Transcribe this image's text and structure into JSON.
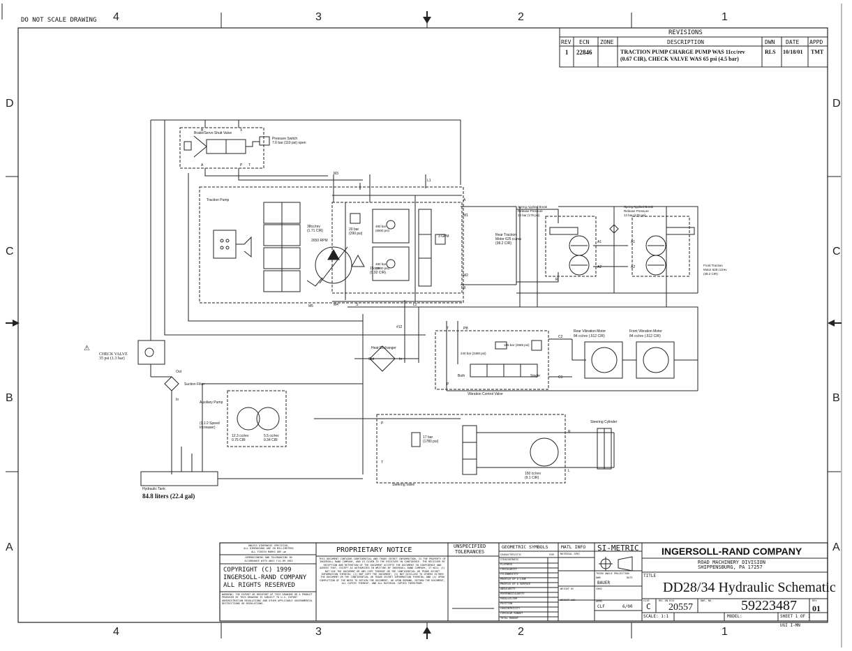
{
  "header": {
    "note": "DO NOT SCALE DRAWING"
  },
  "zones": {
    "top": [
      "4",
      "3",
      "2",
      "1"
    ],
    "bottom": [
      "4",
      "3",
      "2",
      "1"
    ],
    "left": [
      "D",
      "C",
      "B",
      "A"
    ],
    "right": [
      "D",
      "C",
      "B",
      "A"
    ]
  },
  "revisions": {
    "title": "REVISIONS",
    "headers": [
      "REV",
      "ECN",
      "ZONE",
      "DESCRIPTION",
      "DWN",
      "DATE",
      "APPD"
    ],
    "row": {
      "rev": "1",
      "ecn": "22846",
      "zone": "",
      "desc1": "TRACTION PUMP CHARGE PUMP WAS 11cc/rev",
      "desc2": "(0.67 CIR), CHECK VALVE WAS 65 psi (4.5 bar)",
      "dwn": "RLS",
      "date": "10/18/01",
      "appd": "TMT"
    }
  },
  "schematic": {
    "valve_name": "Brake/Servo Shutt Valve",
    "pressure_switch1": "Pressure Switch",
    "pressure_switch2": "7.6 bar (110 psi) open",
    "traction_pump": "Traction Pump",
    "disp1": "38cc/rev",
    "disp2": "(1.71 CIR)",
    "rpm": "2650 RPM",
    "relief1": "20 bar",
    "relief2": "(290 psi)",
    "relief_hi1": "480 bar",
    "relief_hi2": "(6900 psi)",
    "relief_hi3": "480 bar",
    "relief_hi4": "(6900 psi)",
    "gpm": "3 GPM",
    "charge1": "15ccm",
    "charge2": "(0.92 CIR)",
    "rear_motor1": "Rear Traction",
    "rear_motor2": "Motor 625 cc/rev",
    "rear_motor3": "(38.2 CIR)",
    "brake_rear1": "Spring Applied Break",
    "brake_rear2": "Release Pressure",
    "brake_rear3": "12 bar (175 psi)",
    "brake_front1": "Spring Applied Break",
    "brake_front2": "Release Pressure",
    "brake_front3": "12 bar (175 psi)",
    "front_motor1": "Front Traction",
    "front_motor2": "Motor 625 cc/rev",
    "front_motor3": "(38.2 CIR)",
    "rear_vib1": "Rear Vibration Motor",
    "rear_vib2": "84 cc/rev (.512 CIR)",
    "front_vib1": "Front Vibration Motor",
    "front_vib2": "84 cc/rev (.512 CIR)",
    "heat_exchanger": "Heat Exchanger",
    "hx_out": "Out",
    "hx_in": "In",
    "vib_relief1": "185 bar (2685 psi)",
    "vib_relief2": "240 bar (3480 psi)",
    "vib_both": "Both",
    "vib_single": "Single",
    "vib_valve": "Vibration Control Valve",
    "check_valve1": "CHECK VALVE",
    "check_valve2": "35 psi (1.3 bar)",
    "out": "Out",
    "in": "In",
    "suction_filter": "Suction Filter",
    "aux_pump": "Auxiliary Pump",
    "aux_speed1": "(1.1:2 Speed",
    "aux_speed2": "Increaser)",
    "aux_d1": "12.3 cc/rev",
    "aux_d2": "0.75 CIR",
    "aux_d3": "5.5 cc/rev",
    "aux_d4": "0.34 CIR",
    "steer_relief1": "17 bar",
    "steer_relief2": "(1780 psi)",
    "steer_motor1": "150 cc/rev",
    "steer_motor2": "(9.1 CIR)",
    "steer_cyl": "Steering Cylinder",
    "steer_valve": "Steering Valve",
    "tank1": "Hydraulic Tank",
    "tank2": "84.8 liters  (22.4 gal)",
    "ports": {
      "b": "B",
      "x": "X",
      "a": "A",
      "p": "P",
      "t": "T",
      "m3": "M3",
      "l1": "L1",
      "m1": "M1",
      "m2": "M2",
      "m4": "M4",
      "m5": "M5",
      "s": "S",
      "l2": "L2",
      "a_pt": "A",
      "b_pt": "B",
      "a1": "A1",
      "a2": "A2",
      "r": "R",
      "fa1": "A1",
      "fa2": "A2",
      "c1": "C1",
      "c2": "C2",
      "pb": "PB",
      "t2": "T",
      "p2": "P",
      "n12": "#12",
      "ps": "P",
      "ts": "T",
      "sr": "R",
      "sl": "L"
    }
  },
  "title_block": {
    "tol_head1": "UNLESS OTHERWISE SPECIFIED,",
    "tol_head2": "ALL DIMENSIONS ARE IN MILLIMETERS",
    "tol_head3": "ALL FINISH MARKS ARE  μm",
    "dim1": "DIMENSIONING AND TOLERANCING IN",
    "dim2": "ACCORDANCE WITH ANSI Y14.5M-1982",
    "copy1": "COPYRIGHT (C)  1999",
    "copy2": "INGERSOLL-RAND COMPANY",
    "copy3": "ALL RIGHTS RESERVED",
    "warn": "WARNING: THE EXPORT OR REEXPORT OF THIS DRAWING OR A PRODUCT PRODUCED BY THIS DRAWING IS SUBJECT TO U.S. EXPORT ADMINISTRATION REGULATIONS AND OTHER APPLICABLE GOVERNMENTAL RESTRICTIONS OR REGULATIONS.",
    "prop_title": "PROPRIETARY NOTICE",
    "prop_text": "THIS DOCUMENT CONTAINS CONFIDENTIAL AND TRADE SECRET INFORMATION, IS THE PROPERTY OF INGERSOLL RAND COMPANY, AND IS GIVEN TO THE RECEIVER IN CONFIDENCE. THE RECEIVER BY RECEPTION AND RETENTION OF THE DOCUMENT ACCEPTS THE DOCUMENT IN CONFIDENCE AND AGREES THAT, EXCEPT AS AUTHORIZED IN WRITING BY INGERSOLL RAND COMPANY, IT WILL (1) NOT USE THE DOCUMENT OR ANY COPY THEREOF OR THE CONFIDENTIAL OR TRADE SECRET INFORMATION THEREIN; (2) NOT COPY THE DOCUMENT; (3) NOT DISCLOSE TO OTHERS EITHER THE DOCUMENT OR THE CONFIDENTIAL OR TRADE SECRET INFORMATION THEREIN; AND (4) UPON COMPLETION OF THE NEED TO RETAIN THE DOCUMENT, OR UPON DEMAND, RETURN THE DOCUMENT, ALL COPIES THEREOF, AND ALL MATERIAL COPIED THEREFROM.",
    "unspec1": "UNSPECIFIED",
    "unspec2": "TOLERANCES",
    "geo1": "GEOMETRIC SYMBOLS",
    "geo_char": "CHARACTERISTIC",
    "geo_sym": "SYM",
    "geo_rows": [
      "STRAIGHTNESS",
      "FLATNESS",
      "CIRCULARITY",
      "CYLINDRICITY",
      "PROFILE OF A LINE",
      "PROFILE OF A SURFACE",
      "ANGULARITY",
      "PERPENDICULARITY",
      "PARALLELISM",
      "POSITION",
      "CONCENTRICITY",
      "CIRCULAR RUNOUT",
      "TOTAL RUNOUT"
    ],
    "matl": "MATL INFO",
    "matl_spec": "MATERIAL SPEC",
    "si": "SI-METRIC",
    "company": "INGERSOLL-RAND COMPANY",
    "division1": "ROAD MACHINERY DIVISION",
    "division2": "SHIPPENSBURG, PA 17257",
    "title_lbl": "TITLE",
    "title": "DD28/34 Hydraulic Schematic",
    "size_lbl": "SIZE",
    "size": "C",
    "rel_lbl": "REL ON ECN",
    "rel": "20557",
    "dwg_lbl": "DWG. NO.",
    "dwg": "59223487",
    "rev_lbl": "REV",
    "rev": "01",
    "scale": "SCALE: 1:1",
    "model": "MODEL:",
    "sheet": "SHEET 1 OF 1",
    "drawn_lbl": "DWN",
    "drawn": "BAUER",
    "chkd_lbl": "CHKD",
    "appd_lbl": "APPD",
    "appd": "CLF",
    "appd_date": "6/00",
    "weight": "WEIGHT  KG",
    "weight2": "WEIGHT  LBS",
    "date_lbl": "DATE",
    "third": "THIRD ANGLE PROJECTION",
    "code": "UGI I-MN"
  }
}
